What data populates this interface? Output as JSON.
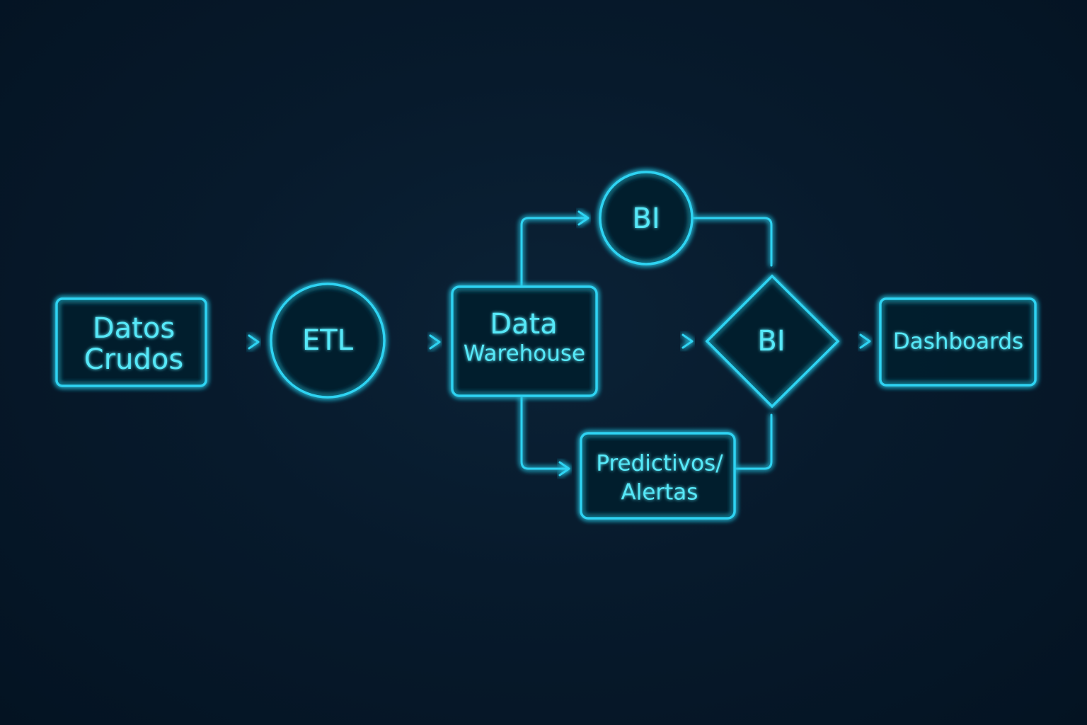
{
  "diagram": {
    "nodes": {
      "raw_data": {
        "line1": "Datos",
        "line2": "Crudos",
        "shape": "rounded-rect"
      },
      "etl": {
        "label": "ETL",
        "shape": "circle"
      },
      "warehouse": {
        "line1": "Data",
        "line2": "Warehouse",
        "shape": "rounded-rect"
      },
      "bi_top": {
        "label": "BI",
        "shape": "circle"
      },
      "bi_decision": {
        "label": "BI",
        "shape": "diamond"
      },
      "predictive": {
        "line1": "Predictivos/",
        "line2": "Alertas",
        "shape": "rounded-rect"
      },
      "dashboards": {
        "label": "Dashboards",
        "shape": "rounded-rect"
      }
    },
    "edges": [
      {
        "from": "Datos Crudos",
        "to": "ETL",
        "arrow": true
      },
      {
        "from": "ETL",
        "to": "Data Warehouse",
        "arrow": true
      },
      {
        "from": "Data Warehouse",
        "to": "BI (circle)",
        "arrow": true
      },
      {
        "from": "Data Warehouse",
        "to": "BI (diamond)",
        "arrow": true
      },
      {
        "from": "Data Warehouse",
        "to": "Predictivos/Alertas",
        "arrow": true
      },
      {
        "from": "BI (circle)",
        "to": "BI (diamond)",
        "arrow": false
      },
      {
        "from": "Predictivos/Alertas",
        "to": "BI (diamond)",
        "arrow": false
      },
      {
        "from": "BI (diamond)",
        "to": "Dashboards",
        "arrow": true
      }
    ],
    "colors": {
      "background": "#06182a",
      "stroke": "#2fd3f2",
      "text": "#56e8f8"
    }
  }
}
